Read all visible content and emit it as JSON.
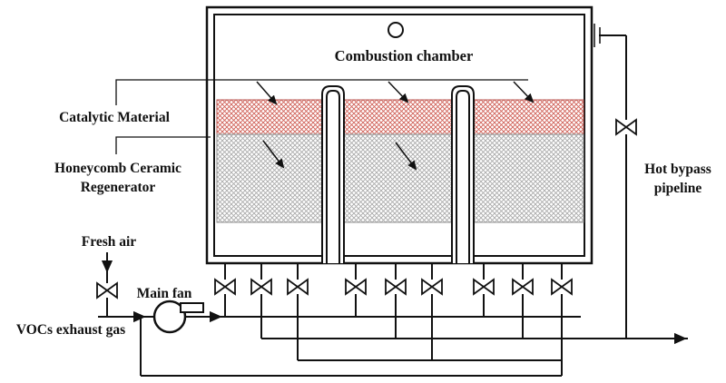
{
  "labels": {
    "combustion_chamber": "Combustion chamber",
    "catalytic_material": "Catalytic Material",
    "honeycomb_ceramic_line1": "Honeycomb Ceramic",
    "honeycomb_ceramic_line2": "Regenerator",
    "fresh_air": "Fresh air",
    "main_fan": "Main fan",
    "vocs_exhaust_gas": "VOCs exhaust gas",
    "hot_bypass_line1": "Hot bypass",
    "hot_bypass_line2": "pipeline"
  },
  "colors": {
    "line": "#111111",
    "catalytic_material_hatch": "#cf5f56",
    "ceramic_regenerator_hatch": "#a9a9a9"
  }
}
